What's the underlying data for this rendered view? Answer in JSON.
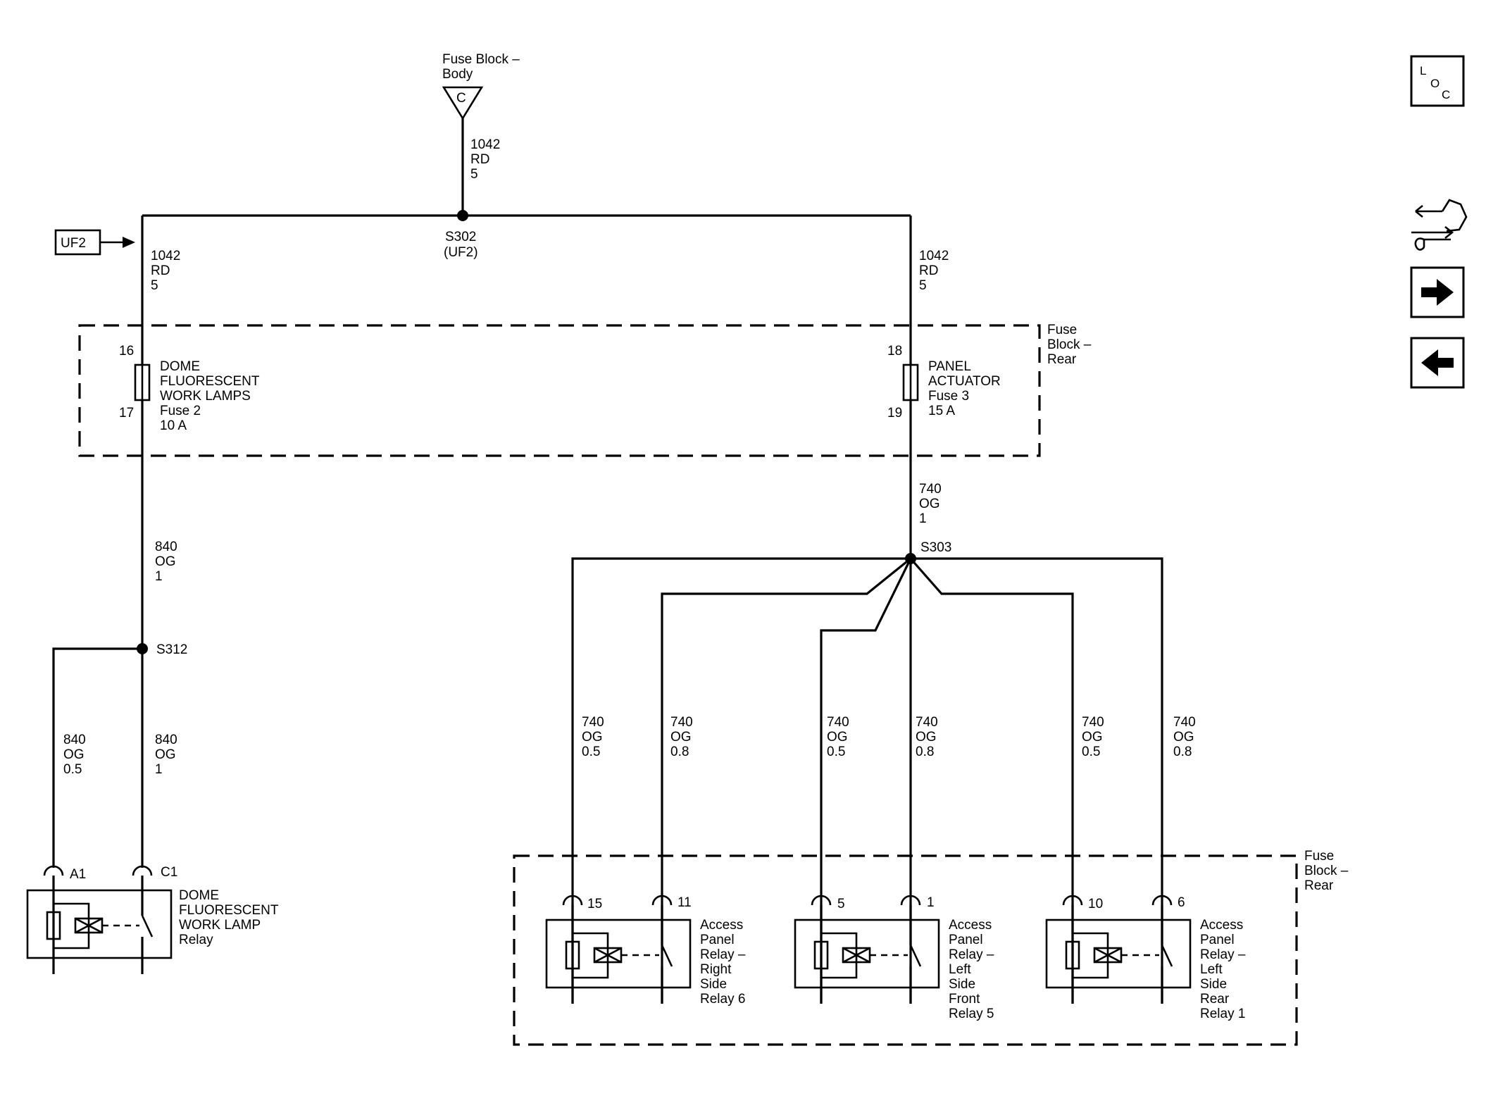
{
  "top_feed": {
    "label_1": "Fuse Block –",
    "label_2": "Body",
    "connector": "C"
  },
  "wire_top": {
    "circuit": "1042",
    "color": "RD",
    "size": "5"
  },
  "splice_s302": {
    "name": "S302",
    "ref": "(UF2)"
  },
  "uf2_ref": "UF2",
  "wire_left_top": {
    "circuit": "1042",
    "color": "RD",
    "size": "5"
  },
  "wire_right_top": {
    "circuit": "1042",
    "color": "RD",
    "size": "5"
  },
  "fuse_block_upper": {
    "label_1": "Fuse",
    "label_2": "Block –",
    "label_3": "Rear"
  },
  "fuse_2": {
    "pin_in": "16",
    "pin_out": "17",
    "line_1": "DOME",
    "line_2": "FLUORESCENT",
    "line_3": "WORK LAMPS",
    "line_4": "Fuse 2",
    "line_5": "10 A"
  },
  "fuse_3": {
    "pin_in": "18",
    "pin_out": "19",
    "line_1": "PANEL",
    "line_2": "ACTUATOR",
    "line_3": "Fuse 3",
    "line_4": "15 A"
  },
  "wire_840_main": {
    "circuit": "840",
    "color": "OG",
    "size": "1"
  },
  "splice_s312": "S312",
  "wire_840_a": {
    "circuit": "840",
    "color": "OG",
    "size": "0.5"
  },
  "wire_840_b": {
    "circuit": "840",
    "color": "OG",
    "size": "1"
  },
  "dome_relay": {
    "pin_a": "A1",
    "pin_b": "C1",
    "line_1": "DOME",
    "line_2": "FLUORESCENT",
    "line_3": "WORK LAMP",
    "line_4": "Relay"
  },
  "wire_740_main": {
    "circuit": "740",
    "color": "OG",
    "size": "1"
  },
  "splice_s303": "S303",
  "branches": [
    {
      "circuit": "740",
      "color": "OG",
      "size": "0.5"
    },
    {
      "circuit": "740",
      "color": "OG",
      "size": "0.8"
    },
    {
      "circuit": "740",
      "color": "OG",
      "size": "0.5"
    },
    {
      "circuit": "740",
      "color": "OG",
      "size": "0.8"
    },
    {
      "circuit": "740",
      "color": "OG",
      "size": "0.5"
    },
    {
      "circuit": "740",
      "color": "OG",
      "size": "0.8"
    }
  ],
  "fuse_block_lower": {
    "label_1": "Fuse",
    "label_2": "Block –",
    "label_3": "Rear"
  },
  "relays": [
    {
      "pin_a": "15",
      "pin_b": "11",
      "lines": [
        "Access",
        "Panel",
        "Relay –",
        "Right",
        "Side",
        "Relay 6"
      ]
    },
    {
      "pin_a": "5",
      "pin_b": "1",
      "lines": [
        "Access",
        "Panel",
        "Relay –",
        "Left",
        "Side",
        "Front",
        "Relay 5"
      ]
    },
    {
      "pin_a": "10",
      "pin_b": "6",
      "lines": [
        "Access",
        "Panel",
        "Relay –",
        "Left",
        "Side",
        "Rear",
        "Relay 1"
      ]
    }
  ],
  "nav": {
    "loc": {
      "l": "L",
      "o": "O",
      "c": "C"
    },
    "icons": [
      "loc-icon",
      "connector-wrench-icon",
      "arrow-right-icon",
      "arrow-left-icon"
    ]
  }
}
